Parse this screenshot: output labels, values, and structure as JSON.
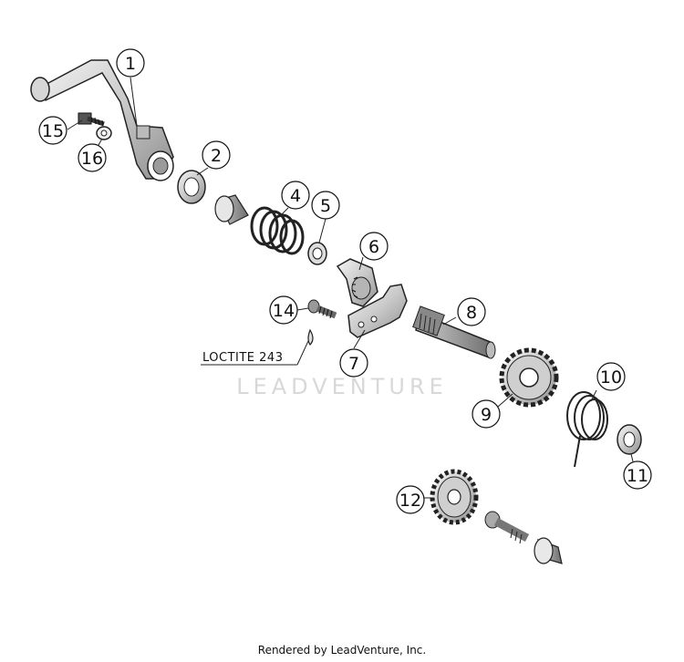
{
  "callouts": [
    "1",
    "2",
    "4",
    "5",
    "6",
    "7",
    "8",
    "9",
    "10",
    "11",
    "12",
    "14",
    "15",
    "16"
  ],
  "loctite_label": "LOCTITE 243",
  "watermark": "LEADVENTURE",
  "footer": "Rendered by LeadVenture, Inc."
}
